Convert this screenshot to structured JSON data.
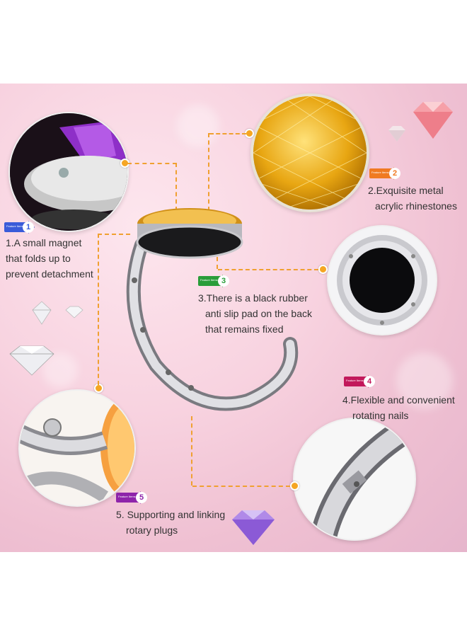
{
  "features": [
    {
      "number": "1",
      "line1": "1.A small magnet",
      "line2": "that folds up to",
      "line3": "prevent detachment",
      "tag_color": "#3a5bd9"
    },
    {
      "number": "2",
      "line1": "2.Exquisite metal",
      "line2": "acrylic rhinestones",
      "tag_color": "#f07a22"
    },
    {
      "number": "3",
      "line1": "3.There is a black rubber",
      "line2": "anti slip pad on the back",
      "line3": "that remains fixed",
      "tag_color": "#2a9d3a"
    },
    {
      "number": "4",
      "line1": "4.Flexible and convenient",
      "line2": "rotating nails",
      "tag_color": "#c2185b"
    },
    {
      "number": "5",
      "line1": "5. Supporting and linking",
      "line2": "rotary plugs",
      "tag_color": "#8e24aa"
    }
  ],
  "tag_caption": "Feature Items",
  "colors": {
    "accent": "#f5a623",
    "background": "#f8d3e0"
  }
}
